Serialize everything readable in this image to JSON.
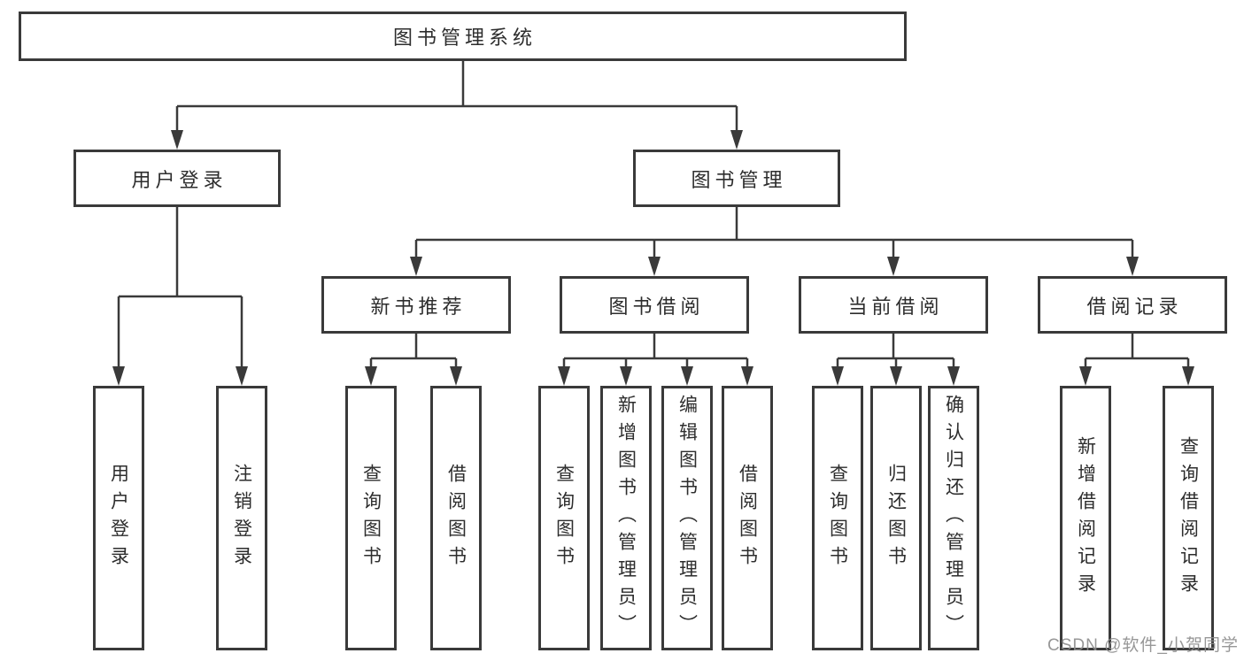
{
  "colors": {
    "line": "#3a3a3a",
    "box_border": "#3a3a3a",
    "text": "#2d2d2d",
    "background": "#ffffff",
    "watermark": "#8c8c8c"
  },
  "tree": {
    "root": {
      "label": "图书管理系统",
      "children": [
        {
          "label": "用户登录",
          "children": [
            {
              "label": "用户登录"
            },
            {
              "label": "注销登录"
            }
          ]
        },
        {
          "label": "图书管理",
          "children": [
            {
              "label": "新书推荐",
              "children": [
                {
                  "label": "查询图书"
                },
                {
                  "label": "借阅图书"
                }
              ]
            },
            {
              "label": "图书借阅",
              "children": [
                {
                  "label": "查询图书"
                },
                {
                  "label": "新增图书（管理员）"
                },
                {
                  "label": "编辑图书（管理员）"
                },
                {
                  "label": "借阅图书"
                }
              ]
            },
            {
              "label": "当前借阅",
              "children": [
                {
                  "label": "查询图书"
                },
                {
                  "label": "归还图书"
                },
                {
                  "label": "确认归还（管理员）"
                }
              ]
            },
            {
              "label": "借阅记录",
              "children": [
                {
                  "label": "新增借阅记录"
                },
                {
                  "label": "查询借阅记录"
                }
              ]
            }
          ]
        }
      ]
    }
  },
  "watermark": {
    "text": "CSDN @软件_小贺同学"
  }
}
